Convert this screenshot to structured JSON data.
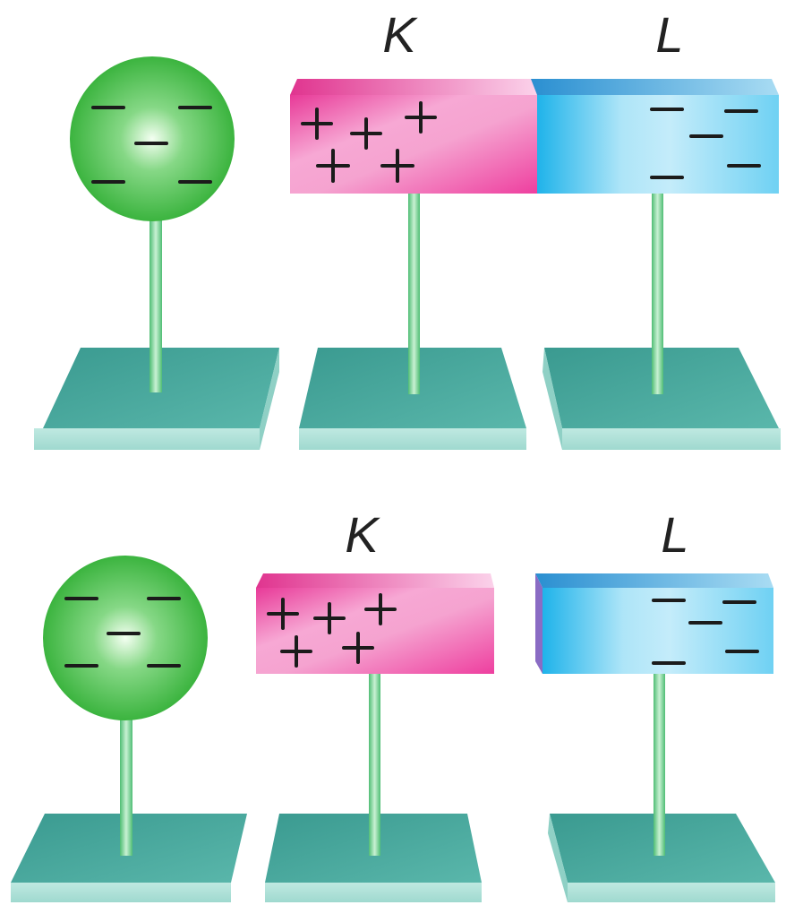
{
  "figure": {
    "colors": {
      "sphere": "#3ab83a",
      "rod_k": "#ee3f9f",
      "rod_l": "#3fc0ee",
      "stand": "#3f9e94",
      "stem": "#7fd39a"
    },
    "panels": [
      {
        "id": "top",
        "sphere": {
          "charge_sign": "−",
          "charge_count": 5
        },
        "rod_k": {
          "label": "K",
          "charge_sign": "+",
          "charge_count": 5
        },
        "rod_l": {
          "label": "L",
          "charge_sign": "−",
          "charge_count": 5
        },
        "rods_in_contact": true
      },
      {
        "id": "bottom",
        "sphere": {
          "charge_sign": "−",
          "charge_count": 5
        },
        "rod_k": {
          "label": "K",
          "charge_sign": "+",
          "charge_count": 5
        },
        "rod_l": {
          "label": "L",
          "charge_sign": "−",
          "charge_count": 5
        },
        "rods_in_contact": false
      }
    ]
  }
}
